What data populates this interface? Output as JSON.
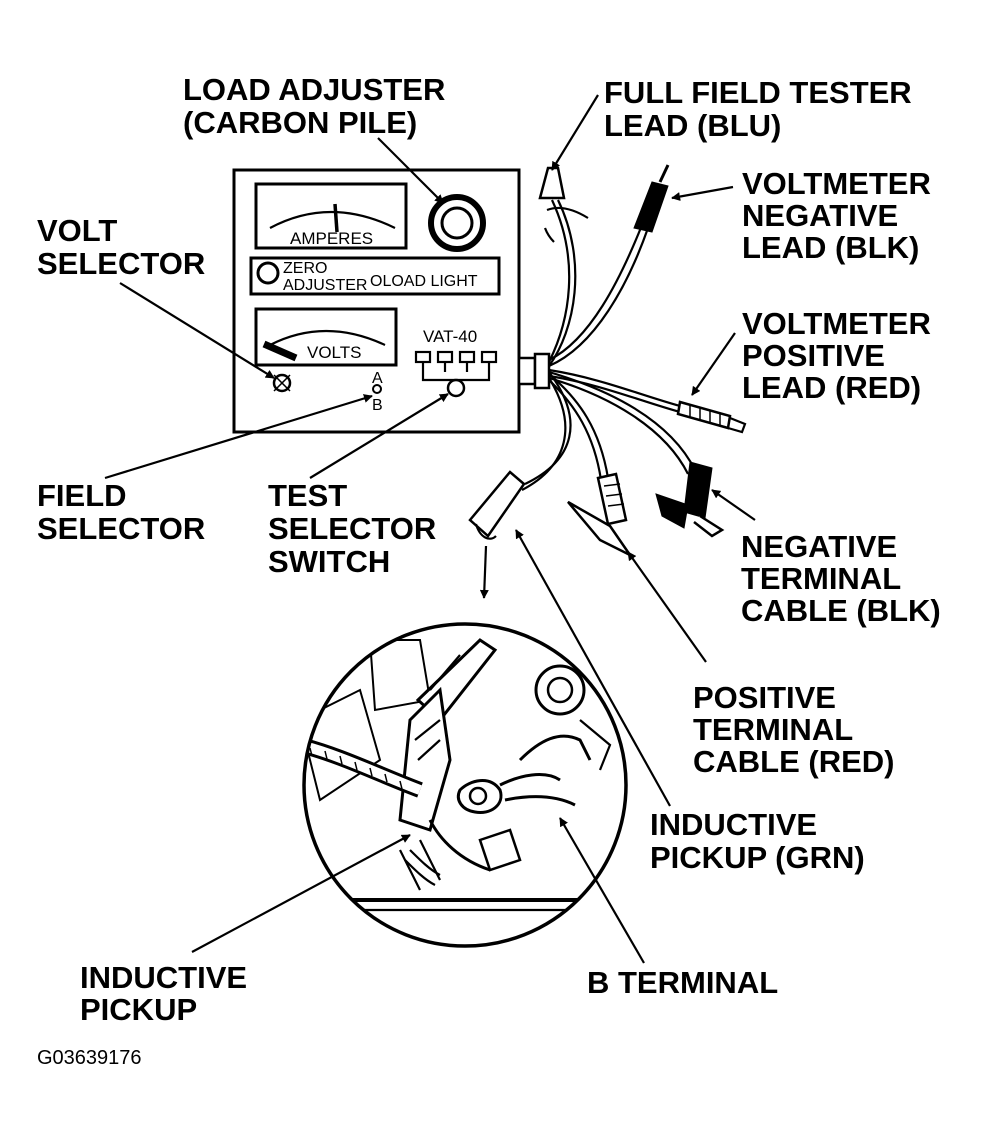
{
  "callouts": {
    "load_adjuster": [
      "LOAD ADJUSTER",
      "(CARBON PILE)"
    ],
    "full_field_tester_lead": [
      "FULL FIELD TESTER",
      "LEAD (BLU)"
    ],
    "volt_selector": [
      "VOLT",
      "SELECTOR"
    ],
    "voltmeter_negative_lead": [
      "VOLTMETER",
      "NEGATIVE",
      "LEAD (BLK)"
    ],
    "voltmeter_positive_lead": [
      "VOLTMETER",
      "POSITIVE",
      "LEAD (RED)"
    ],
    "field_selector": [
      "FIELD",
      "SELECTOR"
    ],
    "test_selector_switch": [
      "TEST",
      "SELECTOR",
      "SWITCH"
    ],
    "negative_terminal_cable": [
      "NEGATIVE",
      "TERMINAL",
      "CABLE (BLK)"
    ],
    "positive_terminal_cable": [
      "POSITIVE",
      "TERMINAL",
      "CABLE (RED)"
    ],
    "inductive_pickup_grn": [
      "INDUCTIVE",
      "PICKUP (GRN)"
    ],
    "inductive_pickup": [
      "INDUCTIVE",
      "PICKUP"
    ],
    "b_terminal": [
      "B TERMINAL"
    ]
  },
  "tester_panel": {
    "amperes_label": "AMPERES",
    "zero_adjuster_label": [
      "ZERO",
      "ADJUSTER"
    ],
    "load_light_label": "OLOAD LIGHT",
    "volts_label": "VOLTS",
    "model_label": "VAT-40",
    "field_a": "A",
    "field_b": "B"
  },
  "figure_code": "G03639176"
}
